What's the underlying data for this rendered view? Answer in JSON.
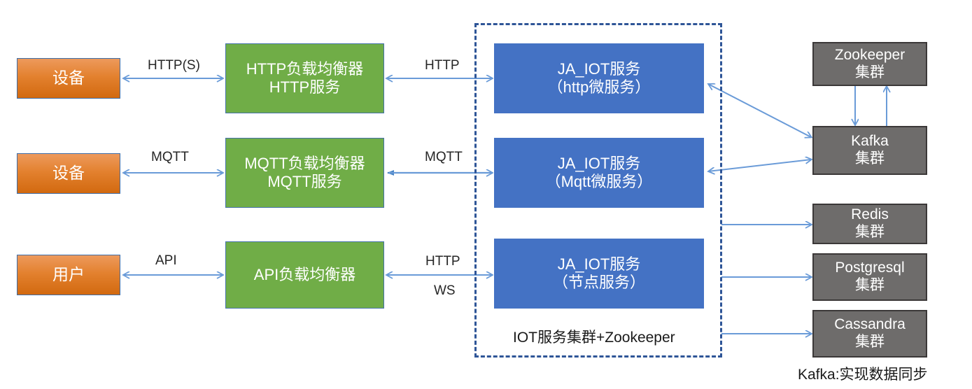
{
  "diagram": {
    "title_footnote": "Kafka:实现数据同步",
    "group_label": "IOT服务集群+Zookeeper",
    "colors": {
      "orange": "#E3812F",
      "green": "#70AD47",
      "blue": "#4472C4",
      "gray": "#6E6C6B",
      "arrow": "#6A9BD8",
      "dashed_border": "#2E5597"
    },
    "endpoints": [
      {
        "id": "device-http",
        "label": "设备"
      },
      {
        "id": "device-mqtt",
        "label": "设备"
      },
      {
        "id": "user-api",
        "label": "用户"
      }
    ],
    "balancers": [
      {
        "id": "http-lb",
        "line1": "HTTP负载均衡器",
        "line2": "HTTP服务"
      },
      {
        "id": "mqtt-lb",
        "line1": "MQTT负载均衡器",
        "line2": "MQTT服务"
      },
      {
        "id": "api-lb",
        "line1": "API负载均衡器",
        "line2": ""
      }
    ],
    "services": [
      {
        "id": "svc-http",
        "line1": "JA_IOT服务",
        "line2": "（http微服务）"
      },
      {
        "id": "svc-mqtt",
        "line1": "JA_IOT服务",
        "line2": "（Mqtt微服务）"
      },
      {
        "id": "svc-node",
        "line1": "JA_IOT服务",
        "line2": "（节点服务）"
      }
    ],
    "clusters": [
      {
        "id": "zookeeper",
        "line1": "Zookeeper",
        "line2": "集群"
      },
      {
        "id": "kafka",
        "line1": "Kafka",
        "line2": "集群"
      },
      {
        "id": "redis",
        "line1": "Redis",
        "line2": "集群"
      },
      {
        "id": "postgresql",
        "line1": "Postgresql",
        "line2": "集群"
      },
      {
        "id": "cassandra",
        "line1": "Cassandra",
        "line2": "集群"
      }
    ],
    "edge_labels": {
      "device_http": "HTTP(S)",
      "lb_http": "HTTP",
      "device_mqtt": "MQTT",
      "lb_mqtt": "MQTT",
      "user_api": "API",
      "lb_api_http": "HTTP",
      "lb_api_ws": "WS"
    }
  }
}
